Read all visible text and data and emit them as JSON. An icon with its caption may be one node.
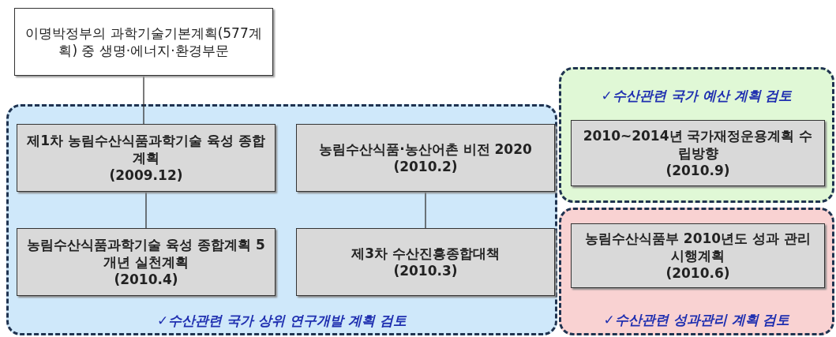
{
  "diagram": {
    "nodes": [
      {
        "text": [
          "이명박정부의 과학기술기본계획(577계획) 중 생명·에너지·환경부문"
        ]
      },
      {
        "text": [
          "✓수산관련 국가 상위 연구개발 계획 검토"
        ]
      },
      {
        "text": [
          "제1차 농림수산식품과학기술 육성 종합계획",
          "(2009.12)"
        ],
        "in": 1
      },
      {
        "text": [
          "농림수산식품·농산어촌 비전 2020",
          "(2010.2)"
        ],
        "in": 1
      },
      {
        "text": [
          "농림수산식품과학기술 육성 종합계획 5개년 실천계획",
          "(2010.4)"
        ],
        "in": 1
      },
      {
        "text": [
          "제3차 수산진흥종합대책",
          "(2010.3)"
        ],
        "in": 1
      },
      {
        "text": [
          "✓수산관련 국가 예산 계획 검토"
        ]
      },
      {
        "text": [
          "2010~2014년 국가재정운용계획 수립방향",
          "(2010.9)"
        ],
        "in": 6
      },
      {
        "text": [
          "✓수산관련 성과관리 계획 검토"
        ]
      },
      {
        "text": [
          "농림수산식품부 2010년도 성과 관리 시행계획",
          "(2010.6)"
        ],
        "in": 8
      }
    ],
    "edges": [
      {
        "from": 0,
        "to": 2,
        "arrow": "none"
      },
      {
        "from": 2,
        "to": 4,
        "arrow": "none"
      },
      {
        "from": 3,
        "to": 5,
        "arrow": "none"
      }
    ]
  }
}
